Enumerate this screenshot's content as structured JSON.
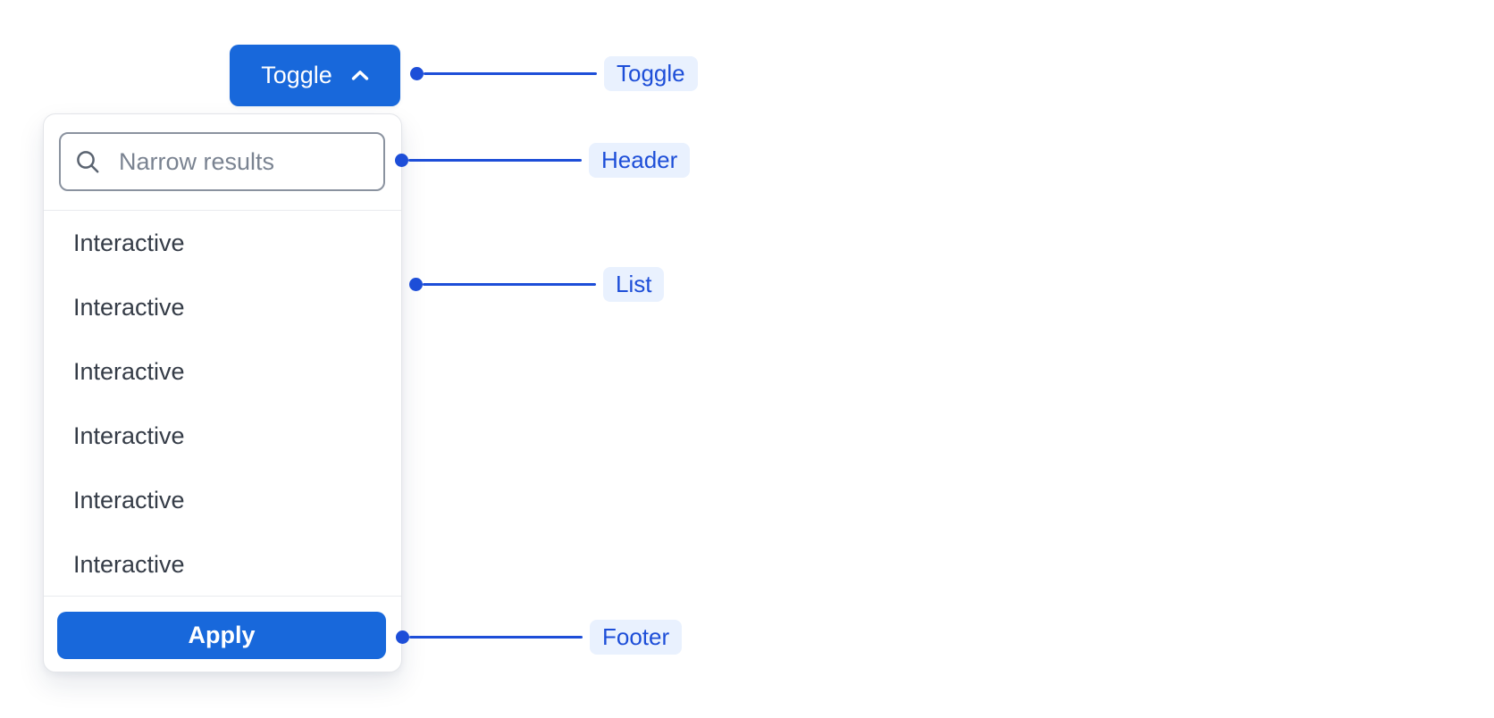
{
  "colors": {
    "accent_blue": "#1868DB",
    "annotation_blue": "#1D4ED8",
    "annotation_pill_bg": "#E9F1FE",
    "panel_border": "#E3E5E9",
    "input_border": "#8A929F",
    "divider": "#E9EBEE",
    "item_text": "#353C47",
    "placeholder_text": "#7A8391",
    "search_icon": "#5A6370"
  },
  "toggle": {
    "label": "Toggle",
    "icon": "chevron-up-icon"
  },
  "dropdown": {
    "search": {
      "icon": "search-icon",
      "placeholder": "Narrow results",
      "value": ""
    },
    "items": [
      {
        "label": "Interactive"
      },
      {
        "label": "Interactive"
      },
      {
        "label": "Interactive"
      },
      {
        "label": "Interactive"
      },
      {
        "label": "Interactive"
      },
      {
        "label": "Interactive"
      }
    ],
    "footer": {
      "apply_label": "Apply"
    }
  },
  "annotations": [
    {
      "label": "Toggle"
    },
    {
      "label": "Header"
    },
    {
      "label": "List"
    },
    {
      "label": "Footer"
    }
  ]
}
